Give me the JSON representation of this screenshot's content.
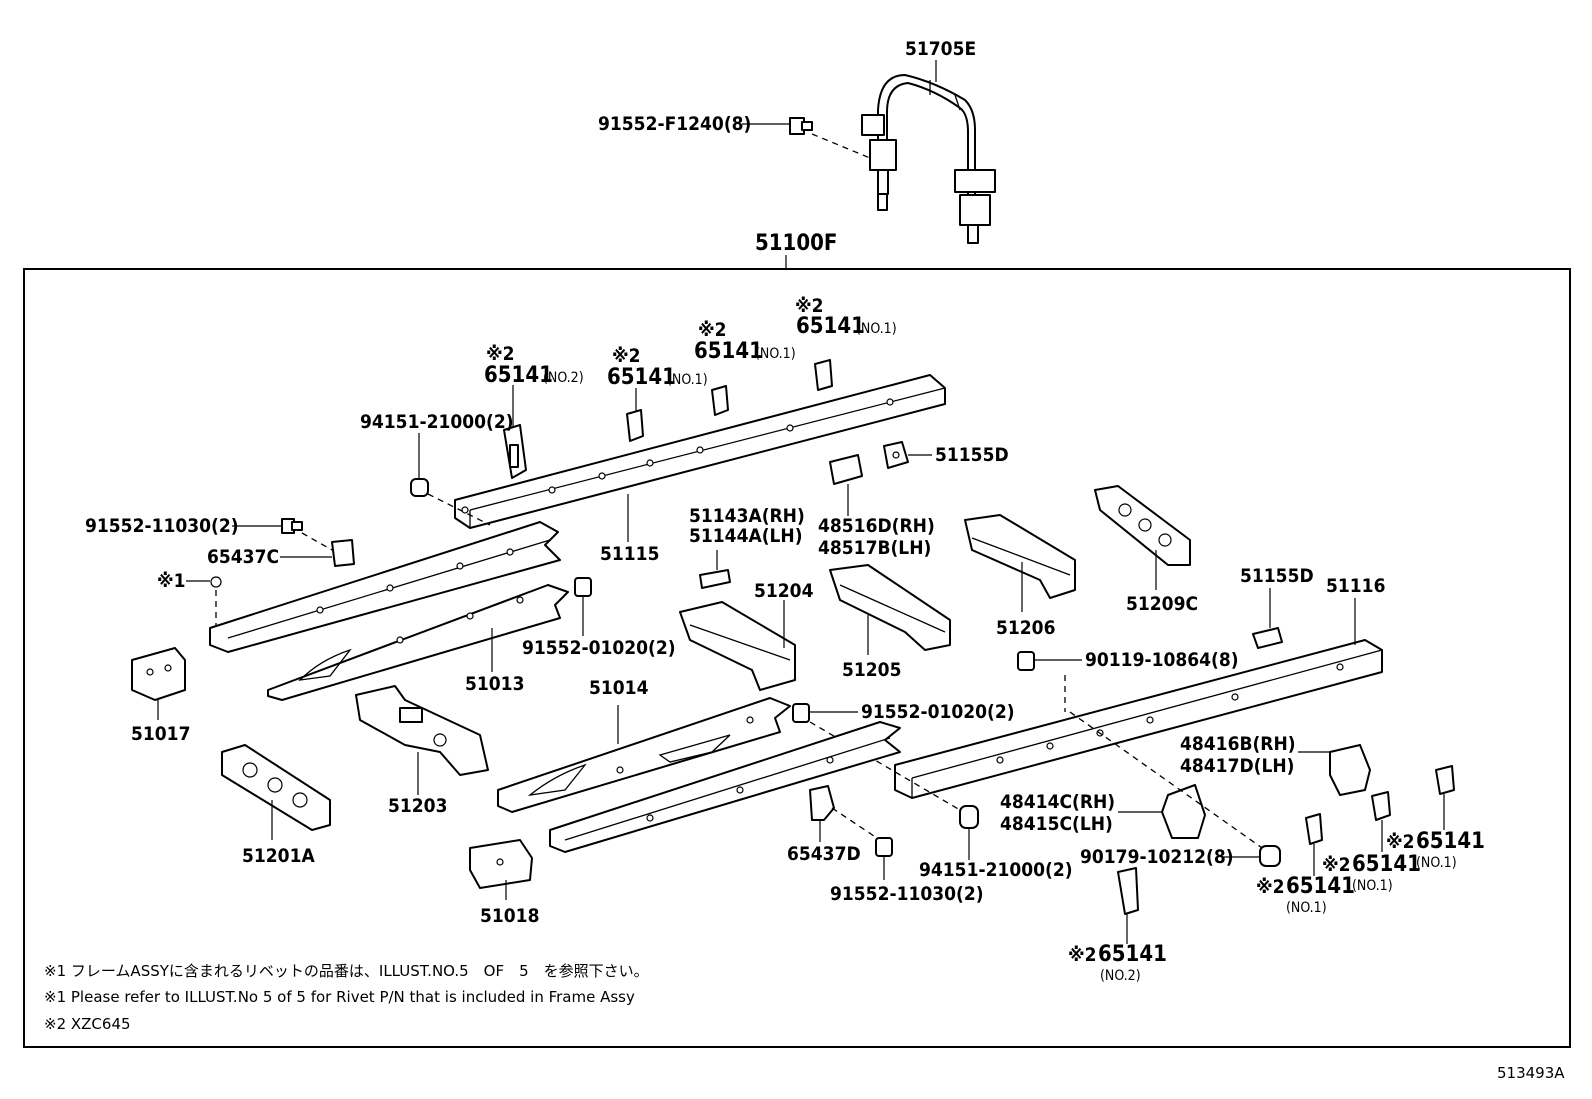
{
  "diagram_id": "513493A",
  "labels": {
    "p51705E": "51705E",
    "p91552F1240": "91552-F1240(8)",
    "p51100F": "51100F",
    "mark2": "※2",
    "p65141": "65141",
    "no1": "(NO.1)",
    "no2": "(NO.2)",
    "p94151_21000": "94151-21000(2)",
    "p51155D": "51155D",
    "p91552_11030": "91552-11030(2)",
    "p65437C": "65437C",
    "mark1": "※1",
    "p51115": "51115",
    "p51143A": "51143A(RH)",
    "p51144A": "51144A(LH)",
    "p48516D": "48516D(RH)",
    "p48517B": "48517B(LH)",
    "p91552_01020": "91552-01020(2)",
    "p51204": "51204",
    "p51206": "51206",
    "p51209C": "51209C",
    "p51116": "51116",
    "p51017": "51017",
    "p51013": "51013",
    "p51205": "51205",
    "p90119_10864": "90119-10864(8)",
    "p51014": "51014",
    "p51203": "51203",
    "p48416B": "48416B(RH)",
    "p48417D": "48417D(LH)",
    "p48414C": "48414C(RH)",
    "p48415C": "48415C(LH)",
    "p51201A": "51201A",
    "p65437D": "65437D",
    "p90179_10212": "90179-10212(8)",
    "p51018": "51018"
  },
  "notes": {
    "note1_jp": "※1 フレームASSYに含まれるリベットの品番は、ILLUST.NO.5　OF　5　を参照下さい。",
    "note1_en": "※1 Please refer to ILLUST.No 5 of 5 for Rivet P/N that is included in Frame Assy",
    "note2": "※2 XZC645"
  }
}
